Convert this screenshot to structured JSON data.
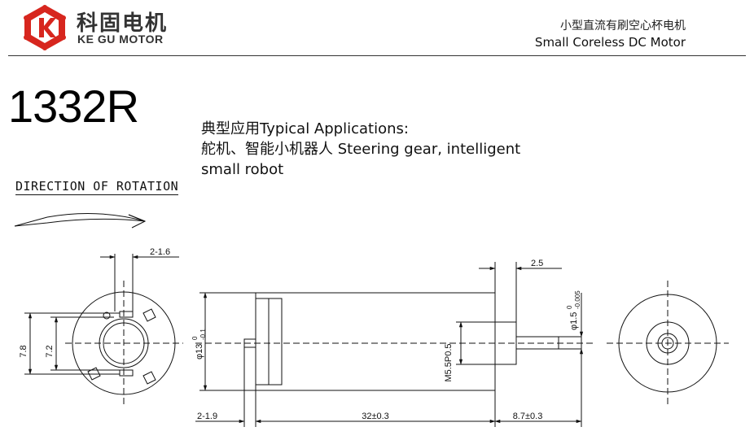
{
  "header": {
    "brand_cn": "科固电机",
    "brand_en": "KE GU MOTOR",
    "product_cn": "小型直流有刷空心杯电机",
    "product_en": "Small Coreless DC Motor"
  },
  "model": "1332R",
  "applications": {
    "line1": "典型应用Typical Applications:",
    "line2": "舵机、智能小机器人 Steering gear, intelligent",
    "line3": "small robot"
  },
  "rotation_label": "DIRECTION OF ROTATION",
  "dimensions": {
    "terminal_pitch_top": "2-1.6",
    "height_outer": "7.8",
    "height_inner": "7.2",
    "body_diameter_base": "φ13",
    "body_diameter_tol_top": "0",
    "body_diameter_tol_bottom": "-0.1",
    "shaft_pitch": "2.5",
    "shaft_diameter_base": "φ1.5",
    "shaft_diameter_tol_top": "0",
    "shaft_diameter_tol_bottom": "-0.005",
    "thread": "M5.5P0.5",
    "rear_terminal": "2-1.9",
    "body_length": "32±0.3",
    "shaft_length": "8.7±0.3"
  },
  "colors": {
    "logo_red": "#d7261e",
    "line": "#111111"
  }
}
